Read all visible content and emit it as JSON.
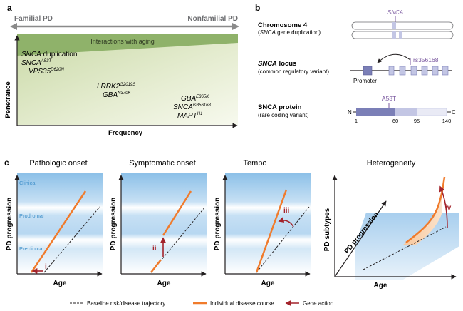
{
  "panel_a": {
    "letter": "a",
    "familial": "Familial PD",
    "nonfamilial": "Nonfamilial PD",
    "aging": "Interactions with aging",
    "ylabel": "Penetrance",
    "xlabel": "Frequency",
    "gene_hi_1": "SNCA",
    "gene_hi_1b": " duplication",
    "gene_hi_2": "SNCA",
    "gene_hi_2s": "A53T",
    "gene_hi_3": "VPS35",
    "gene_hi_3s": "D620N",
    "gene_mid_1": "LRRK2",
    "gene_mid_1s": "G2019S",
    "gene_mid_2": "GBA",
    "gene_mid_2s": "N370K",
    "gene_lo_1": "GBA",
    "gene_lo_1s": "E365K",
    "gene_lo_2": "SNCA",
    "gene_lo_2s": "rs356168",
    "gene_lo_3": "MAPT",
    "gene_lo_3s": "H1"
  },
  "panel_b": {
    "letter": "b",
    "row1_title": "Chromosome 4",
    "row1_sub_gene": "SNCA",
    "row1_sub_rest": " gene duplication)",
    "row1_marker": "SNCA",
    "row2_title_gene": "SNCA",
    "row2_title_rest": " locus",
    "row2_sub": "(common regulatory variant)",
    "row2_marker": "rs356168",
    "row2_promoter": "Promoter",
    "row3_title": "SNCA protein",
    "row3_sub": "(rare coding variant)",
    "row3_marker": "A53T",
    "row3_n": "N",
    "row3_c": "C",
    "row3_ticks": [
      "1",
      "60",
      "95",
      "140"
    ]
  },
  "panel_c": {
    "letter": "c",
    "titles": [
      "Pathologic onset",
      "Symptomatic onset",
      "Tempo",
      "Heterogeneity"
    ],
    "ylabel": "PD progression",
    "xlabel": "Age",
    "zones": [
      "Clinical",
      "Prodromal",
      "Preclinical"
    ],
    "roman": [
      "i",
      "ii",
      "iii",
      "iv"
    ],
    "ylabel_3d": "PD subtypes",
    "zlabel_3d": "PD progression"
  },
  "legend": {
    "baseline": "Baseline risk/disease trajectory",
    "individual": "Individual disease course",
    "gene": "Gene action"
  },
  "colors": {
    "orange": "#f07b2c",
    "red": "#a3232b",
    "blue": "#3e8fc9",
    "purple": "#7b5aa0",
    "protein_dark": "#7b7fb7",
    "protein_light": "#c3c6e4",
    "green": "#8fb26a"
  }
}
